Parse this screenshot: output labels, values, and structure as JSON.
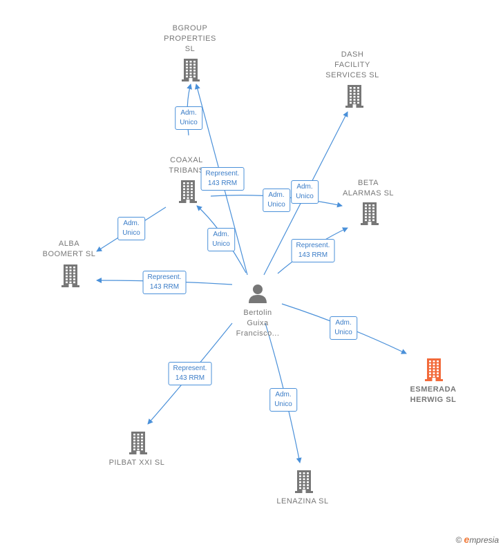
{
  "colors": {
    "edge": "#4a90d9",
    "building": "#777777",
    "building_highlight": "#f26a3a",
    "person": "#777777"
  },
  "person": {
    "id": "bertolin",
    "name": "Bertolin\nGuixa\nFrancisco..."
  },
  "companies": [
    {
      "id": "bgroup",
      "name": "BGROUP\nPROPERTIES\nSL",
      "highlight": false
    },
    {
      "id": "dash",
      "name": "DASH\nFACILITY\nSERVICES  SL",
      "highlight": false
    },
    {
      "id": "coaxal",
      "name": "COAXAL\nTRIBANS",
      "highlight": false
    },
    {
      "id": "beta",
      "name": "BETA\nALARMAS  SL",
      "highlight": false
    },
    {
      "id": "alba",
      "name": "ALBA\nBOOMERT  SL",
      "highlight": false
    },
    {
      "id": "esmerada",
      "name": "ESMERADA\nHERWIG  SL",
      "highlight": true
    },
    {
      "id": "pilbat",
      "name": "PILBAT XXI SL",
      "highlight": false
    },
    {
      "id": "lenazina",
      "name": "LENAZINA  SL",
      "highlight": false
    }
  ],
  "edges": [
    {
      "from": "coaxal",
      "to": "bgroup",
      "label": "Adm.\nUnico"
    },
    {
      "from": "bertolin",
      "to": "bgroup",
      "label": "Represent.\n143 RRM"
    },
    {
      "from": "bertolin",
      "to": "dash",
      "label": "Adm.\nUnico"
    },
    {
      "from": "coaxal",
      "to": "beta",
      "label": "Adm.\nUnico"
    },
    {
      "from": "coaxal",
      "to": "alba",
      "label": "Adm.\nUnico"
    },
    {
      "from": "bertolin",
      "to": "coaxal",
      "label": "Adm.\nUnico"
    },
    {
      "from": "bertolin",
      "to": "beta",
      "label": "Represent.\n143 RRM"
    },
    {
      "from": "bertolin",
      "to": "alba",
      "label": "Represent.\n143 RRM"
    },
    {
      "from": "bertolin",
      "to": "esmerada",
      "label": "Adm.\nUnico"
    },
    {
      "from": "bertolin",
      "to": "pilbat",
      "label": "Represent.\n143 RRM"
    },
    {
      "from": "bertolin",
      "to": "lenazina",
      "label": "Adm.\nUnico"
    }
  ],
  "brand": {
    "copyright": "©",
    "initial": "e",
    "name": "mpresia"
  }
}
